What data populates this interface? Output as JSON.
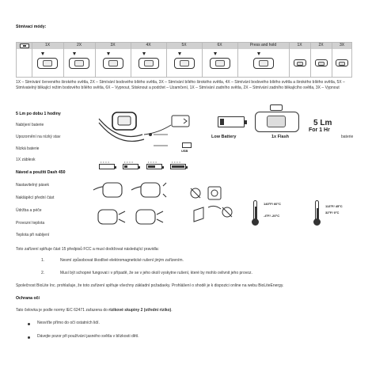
{
  "section_modes": {
    "title": "Stmívací módy:"
  },
  "mode_table": {
    "columns": [
      "1X",
      "2X",
      "3X",
      "4X",
      "5X",
      "6X",
      "Press and hold",
      "1X",
      "2X",
      "3X"
    ]
  },
  "modes_description": "1X – Stmívání červeného širokého světla, 2X – Stmívání bodového bílého světla, 3X – Stmívání bílého širokého světla, 4X – Stmívání bodového bílého světla a širokého bílého světla, 5X – Stmívatelný blikající režim bodového bílého světla, 6X – Vypnout, Stisknout a podržet – Uzamčení, 1X – Stmívání zadního světla, 2X – Stmívání zadního blikajícího světla, 3X – Vypnout",
  "charging": {
    "title": "5 Lm po dobu 1 hodiny",
    "items": [
      "Nabíjení baterie",
      "Upozornění na nízký stav",
      "Nízká baterie",
      "1X záblesk"
    ],
    "usb_label": "USB",
    "low_battery_label": "Low Battery",
    "flash_label": "1x Flash",
    "lumens_label": "5 Lm",
    "duration_label": "For 1 Hr",
    "battery_word": "baterie"
  },
  "usage": {
    "title": "Návod a použití Dash 450",
    "items": [
      "Nastavitelný pásek",
      "Naklápěcí přední část",
      "Údržba a péče",
      "Provozní teplota",
      "Teplota při nabíjení"
    ],
    "temp_operating_high": "140°F/ 60°C",
    "temp_operating_low": "-4°F/ -20°C",
    "temp_charging_high": "113°F/ 45°C",
    "temp_charging_low": "32°F/ 0°C"
  },
  "fcc": {
    "intro": "Toto zařízení splňuje část 15 předpisů FCC a musí dodržovat následující pravidla:",
    "rules": [
      "Nesmí způsobovat škodlivé elektromagnetické rušení jiným zařízením.",
      "Musí být schopné fungovat i v případě, že se v jeho okolí vyskytne rušení, které by mohlo ovlivnit jeho provoz."
    ],
    "declaration": "Společnost BioLite Inc. prohlašuje, že toto zařízení splňuje všechny základní požadavky. Prohlášení o shodě je k dispozici online na webu BioLiteEnergy."
  },
  "eye_protection": {
    "title": "Ochrana očí",
    "intro_prefix": "Tato čelovka je podle normy IEC 62471 zařazena do ",
    "intro_bold": "rizikové skupiny 2 (střední riziko)",
    "intro_suffix": ".",
    "bullets": [
      "Nesvíťte přímo do očí ostatních lidí.",
      "Dávejte pozor při používání jasného světla v blízkosti dětí."
    ]
  },
  "colors": {
    "header_bg": "#d0d0d0",
    "text": "#333333",
    "icon": "#222222"
  }
}
